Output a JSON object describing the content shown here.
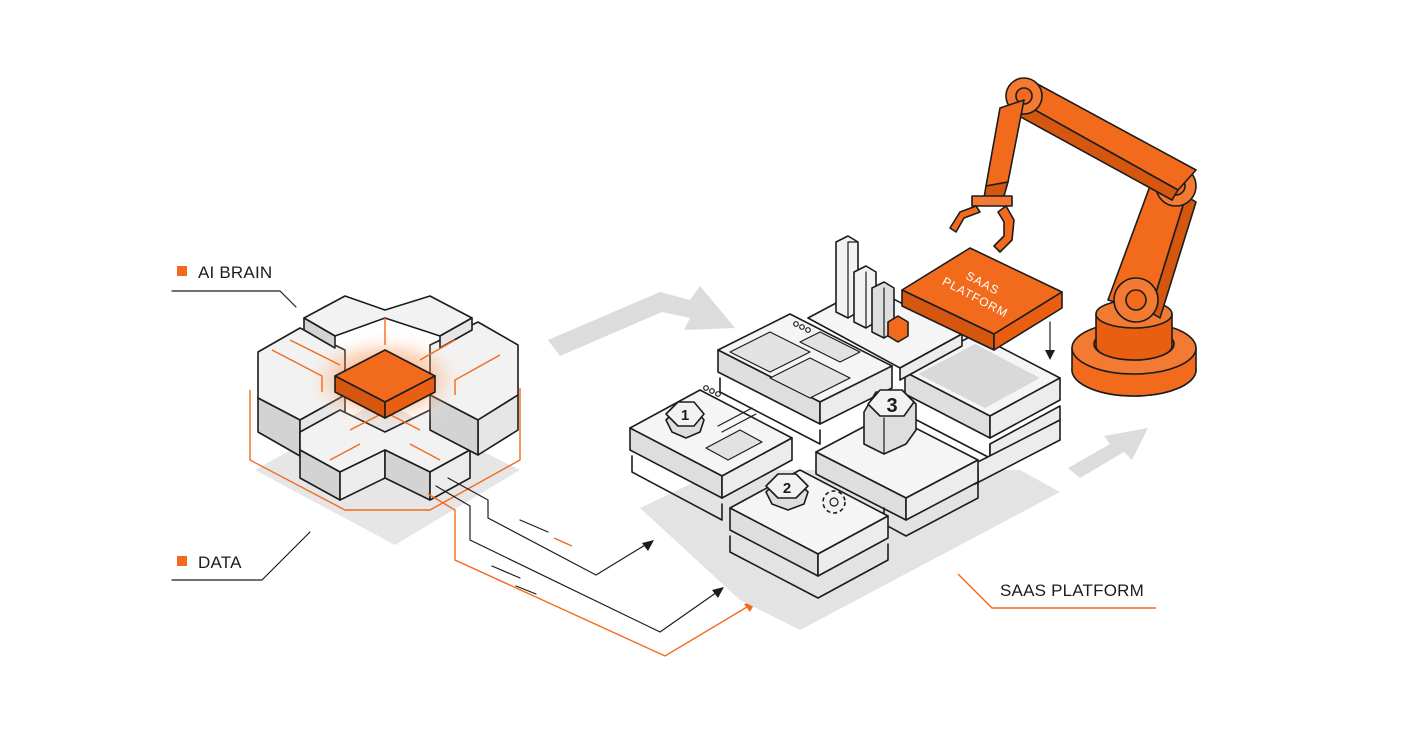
{
  "labels": {
    "ai_brain": "AI BRAIN",
    "data": "DATA",
    "saas_platform": "SAAS PLATFORM",
    "carried_block_line1": "SAAS",
    "carried_block_line2": "PLATFORM"
  },
  "markers": {
    "step_1": "1",
    "step_2": "2",
    "step_3": "3"
  },
  "colors": {
    "accent": "#f26b1d",
    "ink": "#1c1c1c",
    "light_face": "#f3f3f3",
    "mid_face": "#e1e1e1",
    "dark_face": "#c9c9c9",
    "flow_arrow": "#dcdcdc"
  },
  "icons": [
    "hexagon-badge-icon",
    "gear-icon",
    "bar-chart-icon",
    "robot-arm-icon",
    "arrow-down-icon"
  ]
}
